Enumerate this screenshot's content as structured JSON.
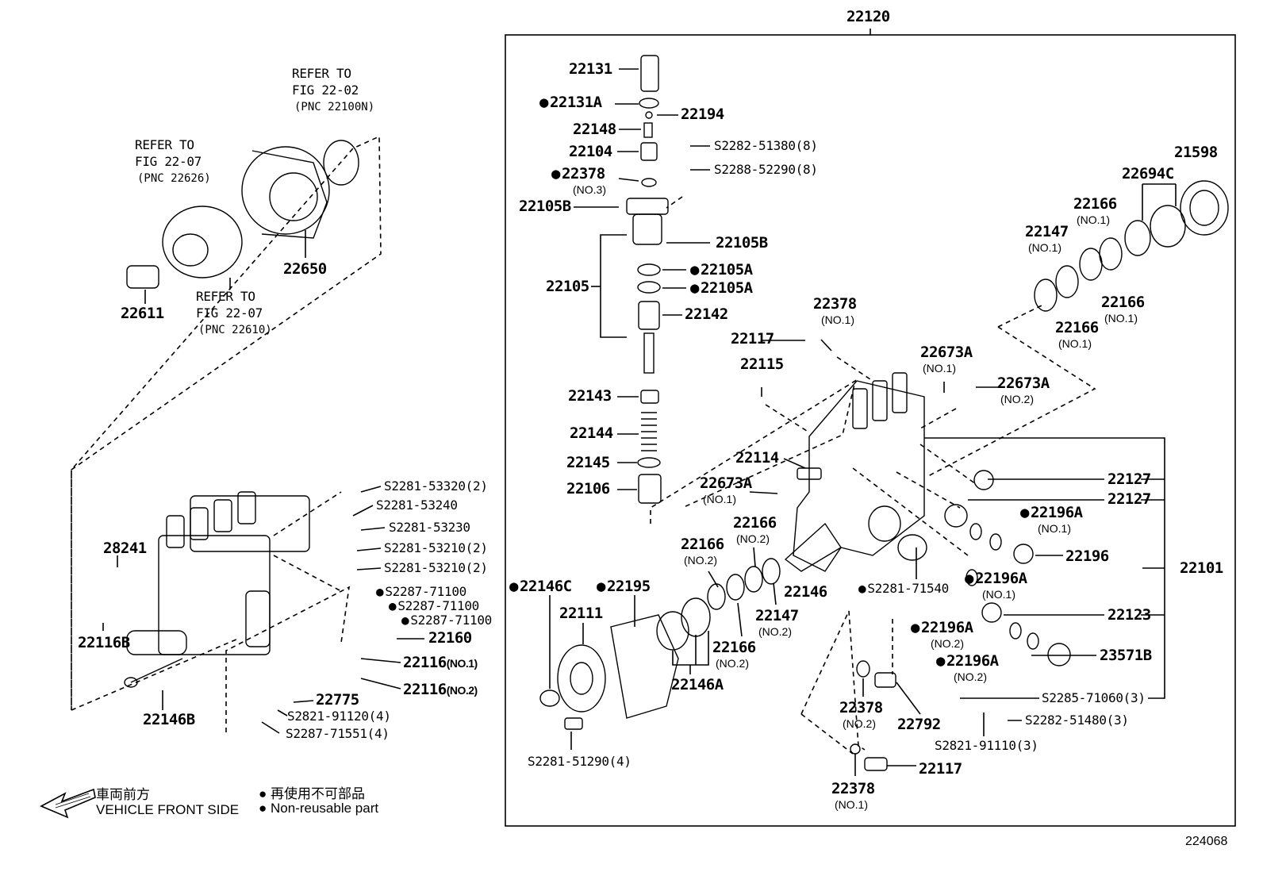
{
  "figure_number": "224068",
  "assembly_label": "22120",
  "group_label": "22101",
  "refer_notes": [
    {
      "l1": "REFER TO",
      "l2": "FIG 22-02",
      "l3": "(PNC 22100N)"
    },
    {
      "l1": "REFER TO",
      "l2": "FIG 22-07",
      "l3": "(PNC 22626)"
    },
    {
      "l1": "REFER TO",
      "l2": "FIG 22-07",
      "l3": "(PNC 22610)"
    }
  ],
  "left_parts": [
    "22650",
    "22611",
    "28241",
    "22116B",
    "22146B",
    "22160",
    "22775"
  ],
  "left_small": {
    "s1": "S2281-53320(2)",
    "s2": "S2281-53240",
    "s3": "S2281-53230",
    "s4": "S2281-53210(2)",
    "s5": "S2281-53210(2)",
    "s6": "S2287-71100",
    "s7": "S2287-71100",
    "s8": "S2287-71100",
    "s9": "S2821-91120(4)",
    "s10": "S2287-71551(4)",
    "p1": "22116",
    "p1n": "(NO.1)",
    "p2": "22116",
    "p2n": "(NO.2)"
  },
  "main_parts": {
    "a": "22131",
    "b": "22131A",
    "c": "22194",
    "d": "22148",
    "e": "22104",
    "f": "S2282-51380(8)",
    "g": "22378",
    "g2": "(NO.3)",
    "h": "S2288-52290(8)",
    "i": "22105B",
    "j": "22105B",
    "k": "22105A",
    "l": "22105A",
    "m": "22105",
    "n": "22142",
    "o": "22143",
    "p": "22144",
    "q": "22145",
    "r": "22106",
    "s": "22114",
    "t": "22673A",
    "t2": "(NO.1)",
    "u": "22378",
    "u2": "(NO.1)",
    "v": "22117",
    "w": "22115",
    "x": "22673A",
    "x2": "(NO.1)",
    "y": "22673A",
    "y2": "(NO.2)"
  },
  "right_parts": {
    "a": "21598",
    "b": "22694C",
    "c": "22166",
    "c2": "(NO.1)",
    "d": "22147",
    "d2": "(NO.1)",
    "e": "22166",
    "e2": "(NO.1)",
    "f": "22166",
    "f2": "(NO.1)",
    "g": "22127",
    "h": "22127",
    "i": "22196A",
    "i2": "(NO.1)",
    "j": "22196",
    "k": "22196A",
    "k2": "(NO.1)",
    "l": "22123",
    "m": "22196A",
    "m2": "(NO.2)",
    "n": "23571B",
    "o": "22196A",
    "o2": "(NO.2)",
    "p": "S2285-71060(3)",
    "q": "S2282-51480(3)",
    "r": "S2821-91110(3)",
    "s": "S2281-71540"
  },
  "lower_parts": {
    "a": "22146C",
    "b": "22195",
    "c": "22111",
    "d": "22166",
    "d2": "(NO.2)",
    "e": "22166",
    "e2": "(NO.2)",
    "f": "22146",
    "g": "22147",
    "g2": "(NO.2)",
    "h": "22166",
    "h2": "(NO.2)",
    "i": "22146A",
    "j": "S2281-51290(4)",
    "k": "22378",
    "k2": "(NO.2)",
    "l": "22792",
    "m": "22378",
    "m2": "(NO.1)",
    "n": "22117"
  },
  "legend": {
    "front_jp": "車両前方",
    "front_en": "VEHICLE FRONT SIDE",
    "nonreuse_jp": "再使用不可部品",
    "nonreuse_en": "Non-reusable part"
  }
}
